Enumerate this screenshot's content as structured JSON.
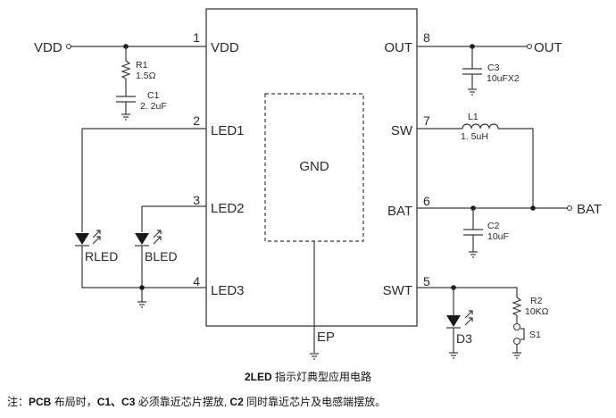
{
  "ic": {
    "center_label": "GND",
    "ep_label": "EP",
    "left_pins": [
      {
        "num": "1",
        "name": "VDD"
      },
      {
        "num": "2",
        "name": "LED1"
      },
      {
        "num": "3",
        "name": "LED2"
      },
      {
        "num": "4",
        "name": "LED3"
      }
    ],
    "right_pins": [
      {
        "num": "8",
        "name": "OUT"
      },
      {
        "num": "7",
        "name": "SW"
      },
      {
        "num": "6",
        "name": "BAT"
      },
      {
        "num": "5",
        "name": "SWT"
      }
    ]
  },
  "nets": {
    "vdd": "VDD",
    "out": "OUT",
    "bat": "BAT"
  },
  "components": {
    "r1": {
      "ref": "R1",
      "value": "1.5Ω"
    },
    "c1": {
      "ref": "C1",
      "value": "2. 2uF"
    },
    "c3": {
      "ref": "C3",
      "value": "10uFX2"
    },
    "l1": {
      "ref": "L1",
      "value": "1. 5uH"
    },
    "c2": {
      "ref": "C2",
      "value": "10uF"
    },
    "r2": {
      "ref": "R2",
      "value": "10KΩ"
    },
    "s1": {
      "ref": "S1"
    },
    "rled": {
      "ref": "RLED"
    },
    "bled": {
      "ref": "BLED"
    },
    "d3": {
      "ref": "D3"
    }
  },
  "caption": {
    "bold": "2LED",
    "text": " 指示灯典型应用电路"
  },
  "note": {
    "prefix": "注：",
    "pcb": "PCB",
    "t1": " 布局时，",
    "c1c3": "C1、C3",
    "t2": " 必须靠近芯片摆放,",
    "c2": " C2",
    "t3": " 同时靠近芯片及电感端摆放。"
  }
}
